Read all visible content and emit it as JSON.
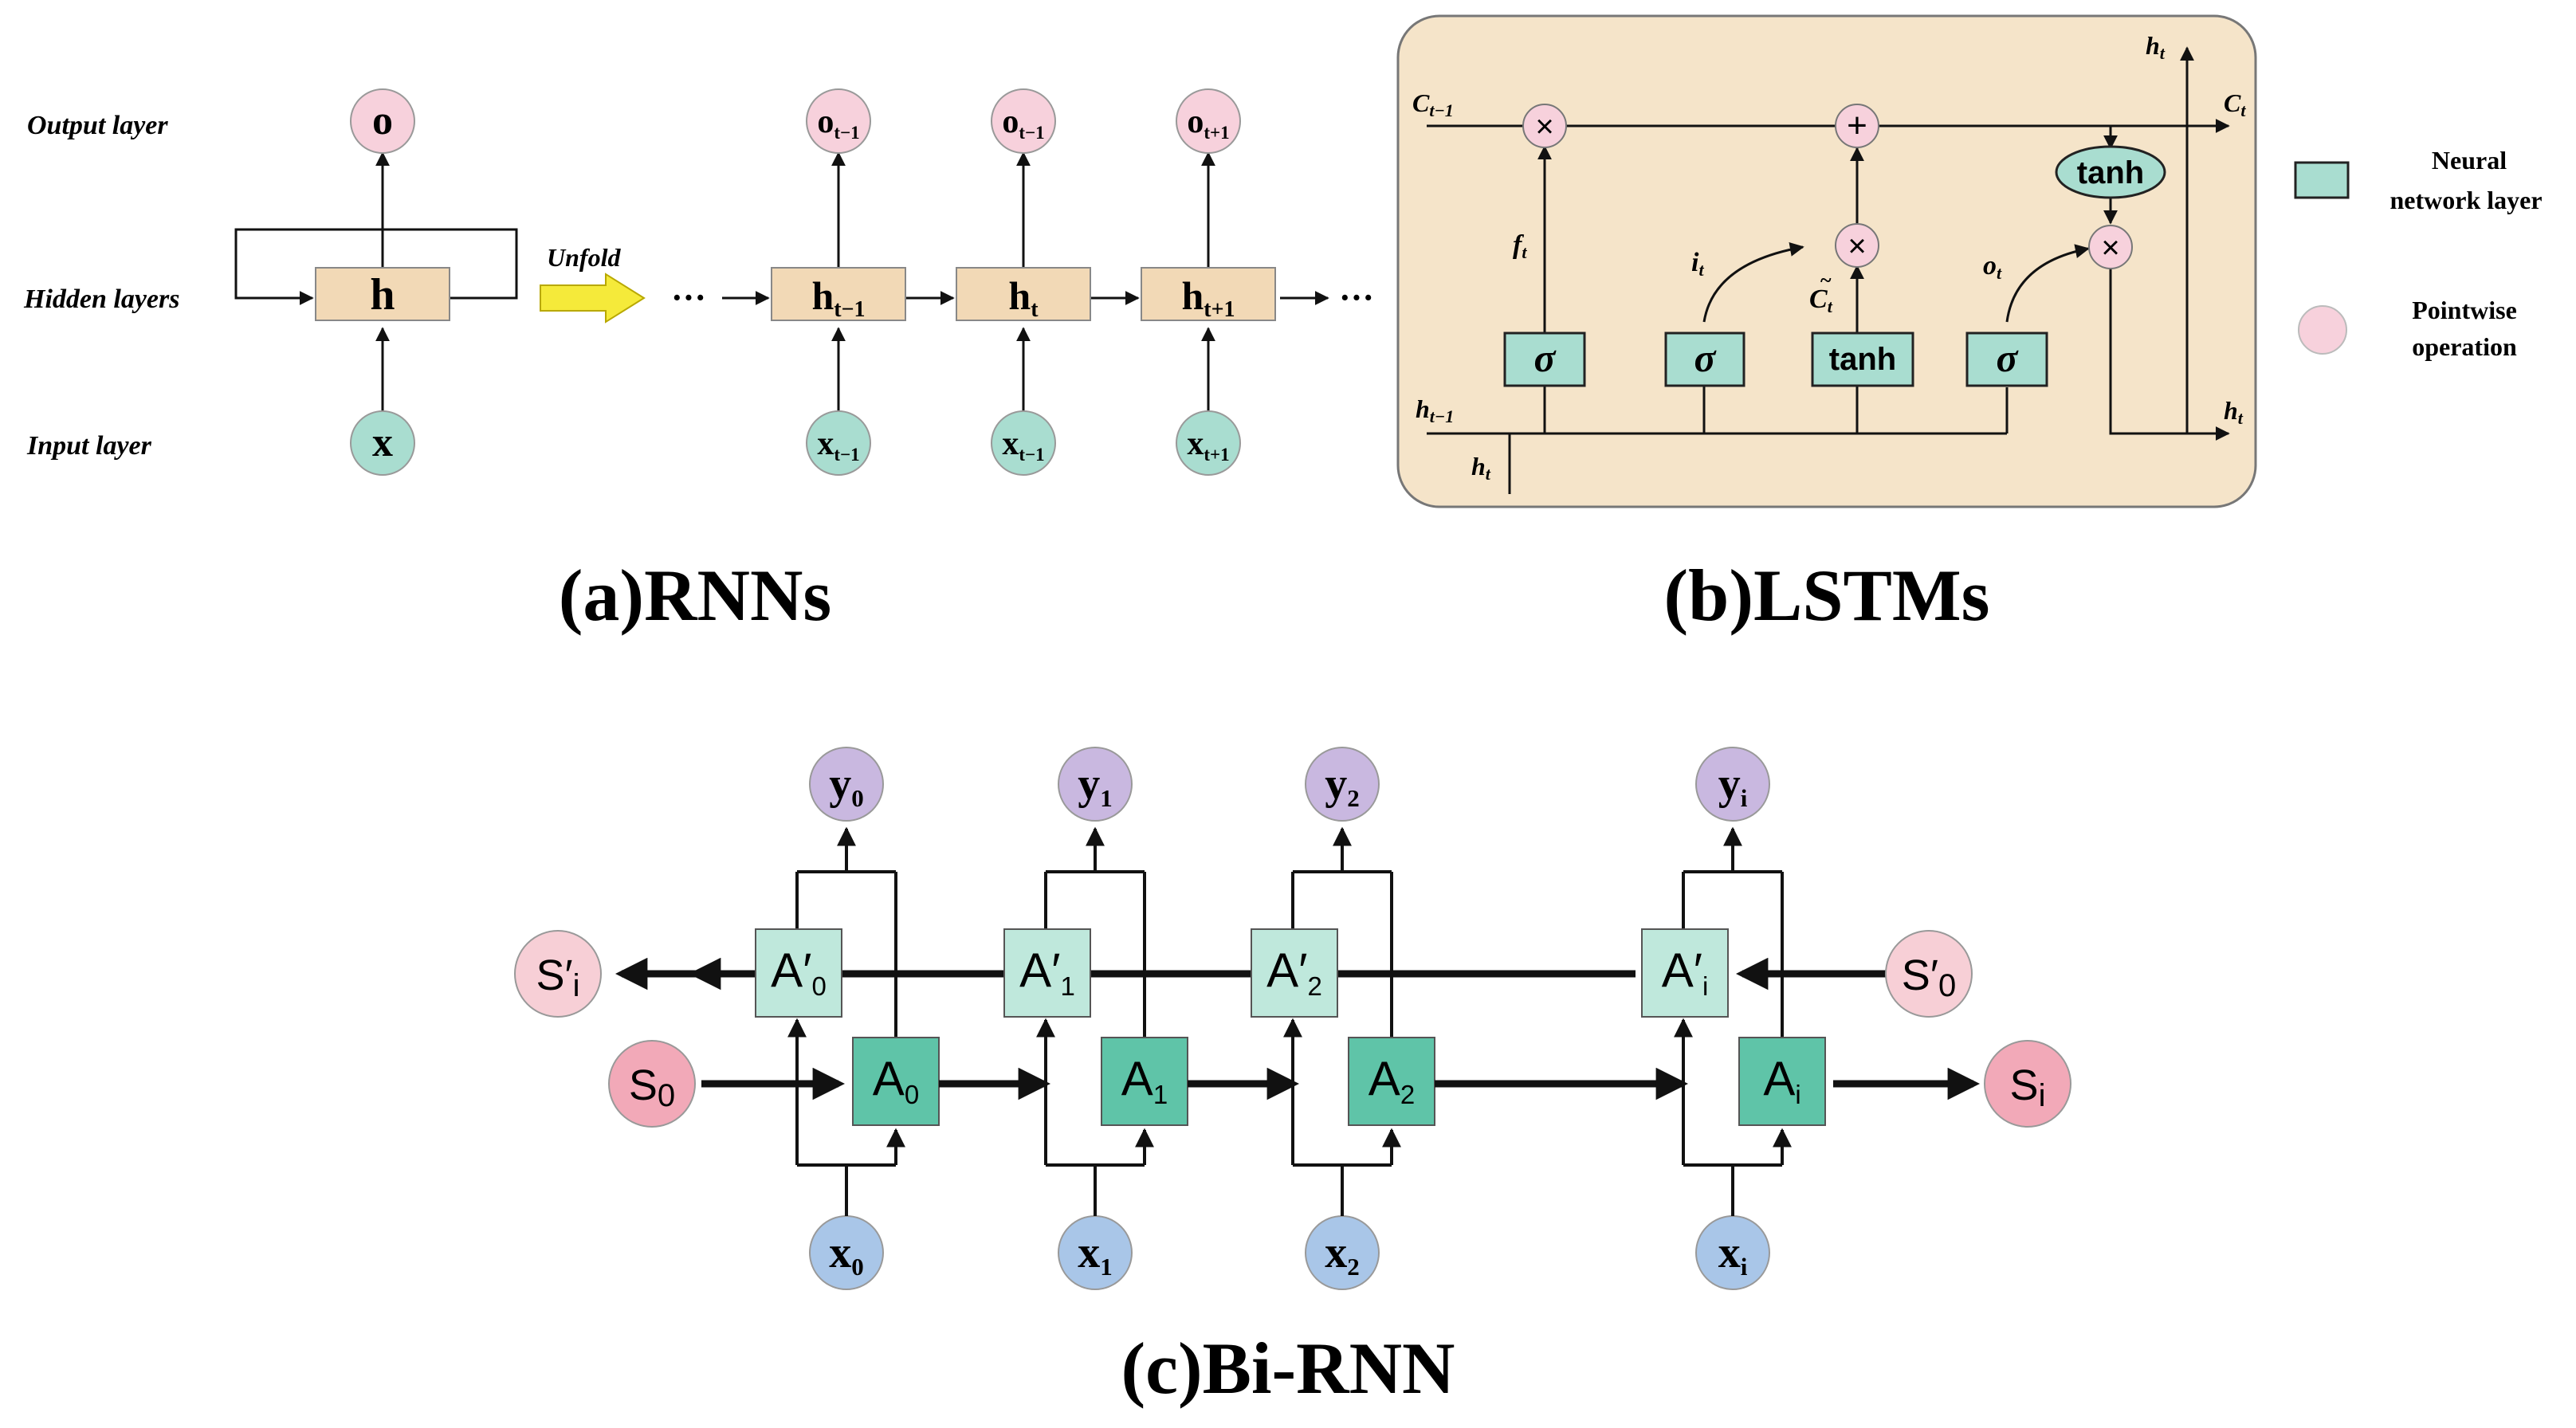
{
  "rnn": {
    "caption": "(a)RNNs",
    "output_layer_label": "Output layer",
    "hidden_layers_label": "Hidden layers",
    "input_layer_label": "Input layer",
    "unfold_label": "Unfold",
    "ellipsis": "···",
    "folded": {
      "output": "o",
      "hidden": "h",
      "input": "x"
    },
    "steps": [
      {
        "output": "o",
        "output_sub": "t−1",
        "hidden": "h",
        "hidden_sub": "t−1",
        "input": "x",
        "input_sub": "t−1"
      },
      {
        "output": "o",
        "output_sub": "t−1",
        "hidden": "h",
        "hidden_sub": "t",
        "input": "x",
        "input_sub": "t−1"
      },
      {
        "output": "o",
        "output_sub": "t+1",
        "hidden": "h",
        "hidden_sub": "t+1",
        "input": "x",
        "input_sub": "t+1"
      }
    ]
  },
  "lstm": {
    "caption": "(b)LSTMs",
    "c_prev": "C",
    "c_prev_sub": "t−1",
    "c_next": "C",
    "c_next_sub": "t",
    "h_prev": "h",
    "h_prev_sub": "t−1",
    "h_out_top": "h",
    "h_out_top_sub": "t",
    "h_out_right": "h",
    "h_out_right_sub": "t",
    "x_in": "h",
    "x_in_sub": "t",
    "f_gate": "f",
    "f_gate_sub": "t",
    "i_gate": "i",
    "i_gate_sub": "t",
    "c_tilde": "C",
    "c_tilde_sub": "t",
    "o_gate": "o",
    "o_gate_sub": "t",
    "sigma": "σ",
    "tanh": "tanh",
    "tanh_pointwise": "tanh",
    "mul_symbol": "×",
    "add_symbol": "+"
  },
  "legend": {
    "neural_layer": [
      "Neural",
      "network layer"
    ],
    "pointwise": [
      "Pointwise",
      "operation"
    ]
  },
  "birnn": {
    "caption": "(c)Bi-RNN",
    "cells": [
      {
        "y": "y",
        "y_sub": "0",
        "back": "A′",
        "back_sub": "0",
        "fwd": "A",
        "fwd_sub": "0",
        "x": "x",
        "x_sub": "0"
      },
      {
        "y": "y",
        "y_sub": "1",
        "back": "A′",
        "back_sub": "1",
        "fwd": "A",
        "fwd_sub": "1",
        "x": "x",
        "x_sub": "1"
      },
      {
        "y": "y",
        "y_sub": "2",
        "back": "A′",
        "back_sub": "2",
        "fwd": "A",
        "fwd_sub": "2",
        "x": "x",
        "x_sub": "2"
      },
      {
        "y": "y",
        "y_sub": "i",
        "back": "A′",
        "back_sub": "i",
        "fwd": "A",
        "fwd_sub": "i",
        "x": "x",
        "x_sub": "i"
      }
    ],
    "s_start": "S",
    "s_start_sub": "0",
    "s_end": "S",
    "s_end_sub": "i",
    "s_back_start": "S′",
    "s_back_start_sub": "0",
    "s_back_end": "S′",
    "s_back_end_sub": "i"
  },
  "colors": {
    "pink_node": "#f7d1dc",
    "green_node": "#a9ddd0",
    "hidden_box": "#f2d9b6",
    "lstm_bg": "#f5e4c9",
    "purple_node": "#c9b8e0",
    "blue_node": "#a9c6e8",
    "salmon_node": "#f2a9b8",
    "light_pink_node": "#f7cfd6",
    "back_cell": "#bfe8dc",
    "fwd_cell": "#5fc4a8",
    "unfold_arrow": "#f5ea3a"
  }
}
